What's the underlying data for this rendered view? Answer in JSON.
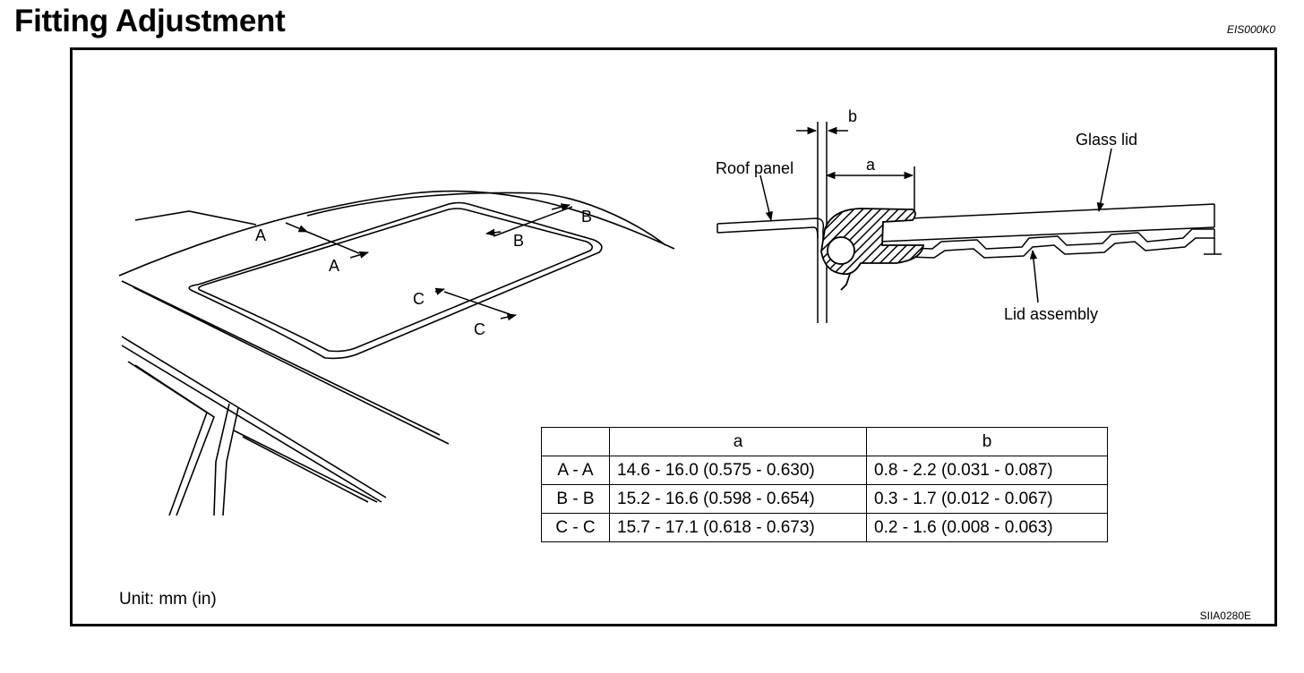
{
  "header": {
    "title": "Fitting Adjustment",
    "doc_id": "EIS000K0"
  },
  "figure": {
    "section_labels": [
      "A",
      "A",
      "B",
      "B",
      "C",
      "C"
    ],
    "detail_labels": {
      "b": "b",
      "a": "a",
      "roof_panel": "Roof panel",
      "glass_lid": "Glass lid",
      "lid_assembly": "Lid assembly"
    },
    "unit": "Unit: mm (in)",
    "figure_id": "SIIA0280E"
  },
  "table": {
    "headers": [
      "",
      "a",
      "b"
    ],
    "rows": [
      [
        "A - A",
        "14.6 - 16.0 (0.575 - 0.630)",
        "0.8 - 2.2 (0.031 - 0.087)"
      ],
      [
        "B - B",
        "15.2 - 16.6 (0.598 - 0.654)",
        "0.3 - 1.7 (0.012 - 0.067)"
      ],
      [
        "C - C",
        "15.7 - 17.1 (0.618 - 0.673)",
        "0.2 - 1.6 (0.008 - 0.063)"
      ]
    ]
  }
}
